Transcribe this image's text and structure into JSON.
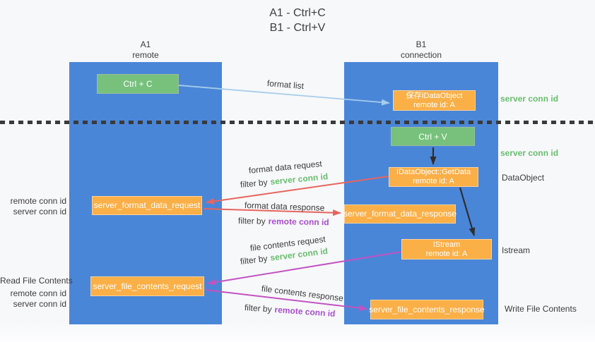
{
  "title": {
    "line1": "A1 - Ctrl+C",
    "line2": "B1 - Ctrl+V"
  },
  "columns": {
    "left": {
      "name": "A1",
      "subtitle": "remote"
    },
    "right": {
      "name": "B1",
      "subtitle": "connection"
    }
  },
  "boxes": {
    "ctrl_c": {
      "label": "Ctrl + C"
    },
    "save_dataobject": {
      "line1": "保存IDataObject",
      "line2": "remote id: A"
    },
    "ctrl_v": {
      "label": "Ctrl + V"
    },
    "getdata": {
      "line1": "IDataObject::GetData",
      "line2": "remote id: A"
    },
    "format_request": {
      "label": "server_format_data_request"
    },
    "format_response": {
      "label": "server_format_data_response"
    },
    "istream": {
      "line1": "IStream",
      "line2": "remote id: A"
    },
    "file_request": {
      "label": "server_file_contents_request"
    },
    "file_response": {
      "label": "server_file_contents_response"
    }
  },
  "arrow_labels": {
    "format_list": "format list",
    "format_data_request": "format data request",
    "format_data_response": "format data response",
    "file_contents_request": "file contents request",
    "file_contents_response": "file contents response",
    "filter_by": "filter by"
  },
  "conn_ids": {
    "server": "server conn id",
    "remote": "remote conn id"
  },
  "side_labels": {
    "dataobject": "DataObject",
    "istream": "Istream",
    "read_file_contents": "Read File Contents",
    "write_file_contents": "Write File Contents"
  },
  "colors": {
    "column_blue": "#4a86d8",
    "box_green": "#77c17c",
    "box_orange": "#fbaf47",
    "text_green": "#69be6e",
    "text_purple": "#a94fd0",
    "arrow_red": "#e8645e",
    "arrow_magenta": "#c253c2",
    "arrow_blue": "#a5cde9",
    "arrow_black": "#2e2e2e",
    "text_dark": "#3c3c3c",
    "background": "#f7f8fa"
  }
}
